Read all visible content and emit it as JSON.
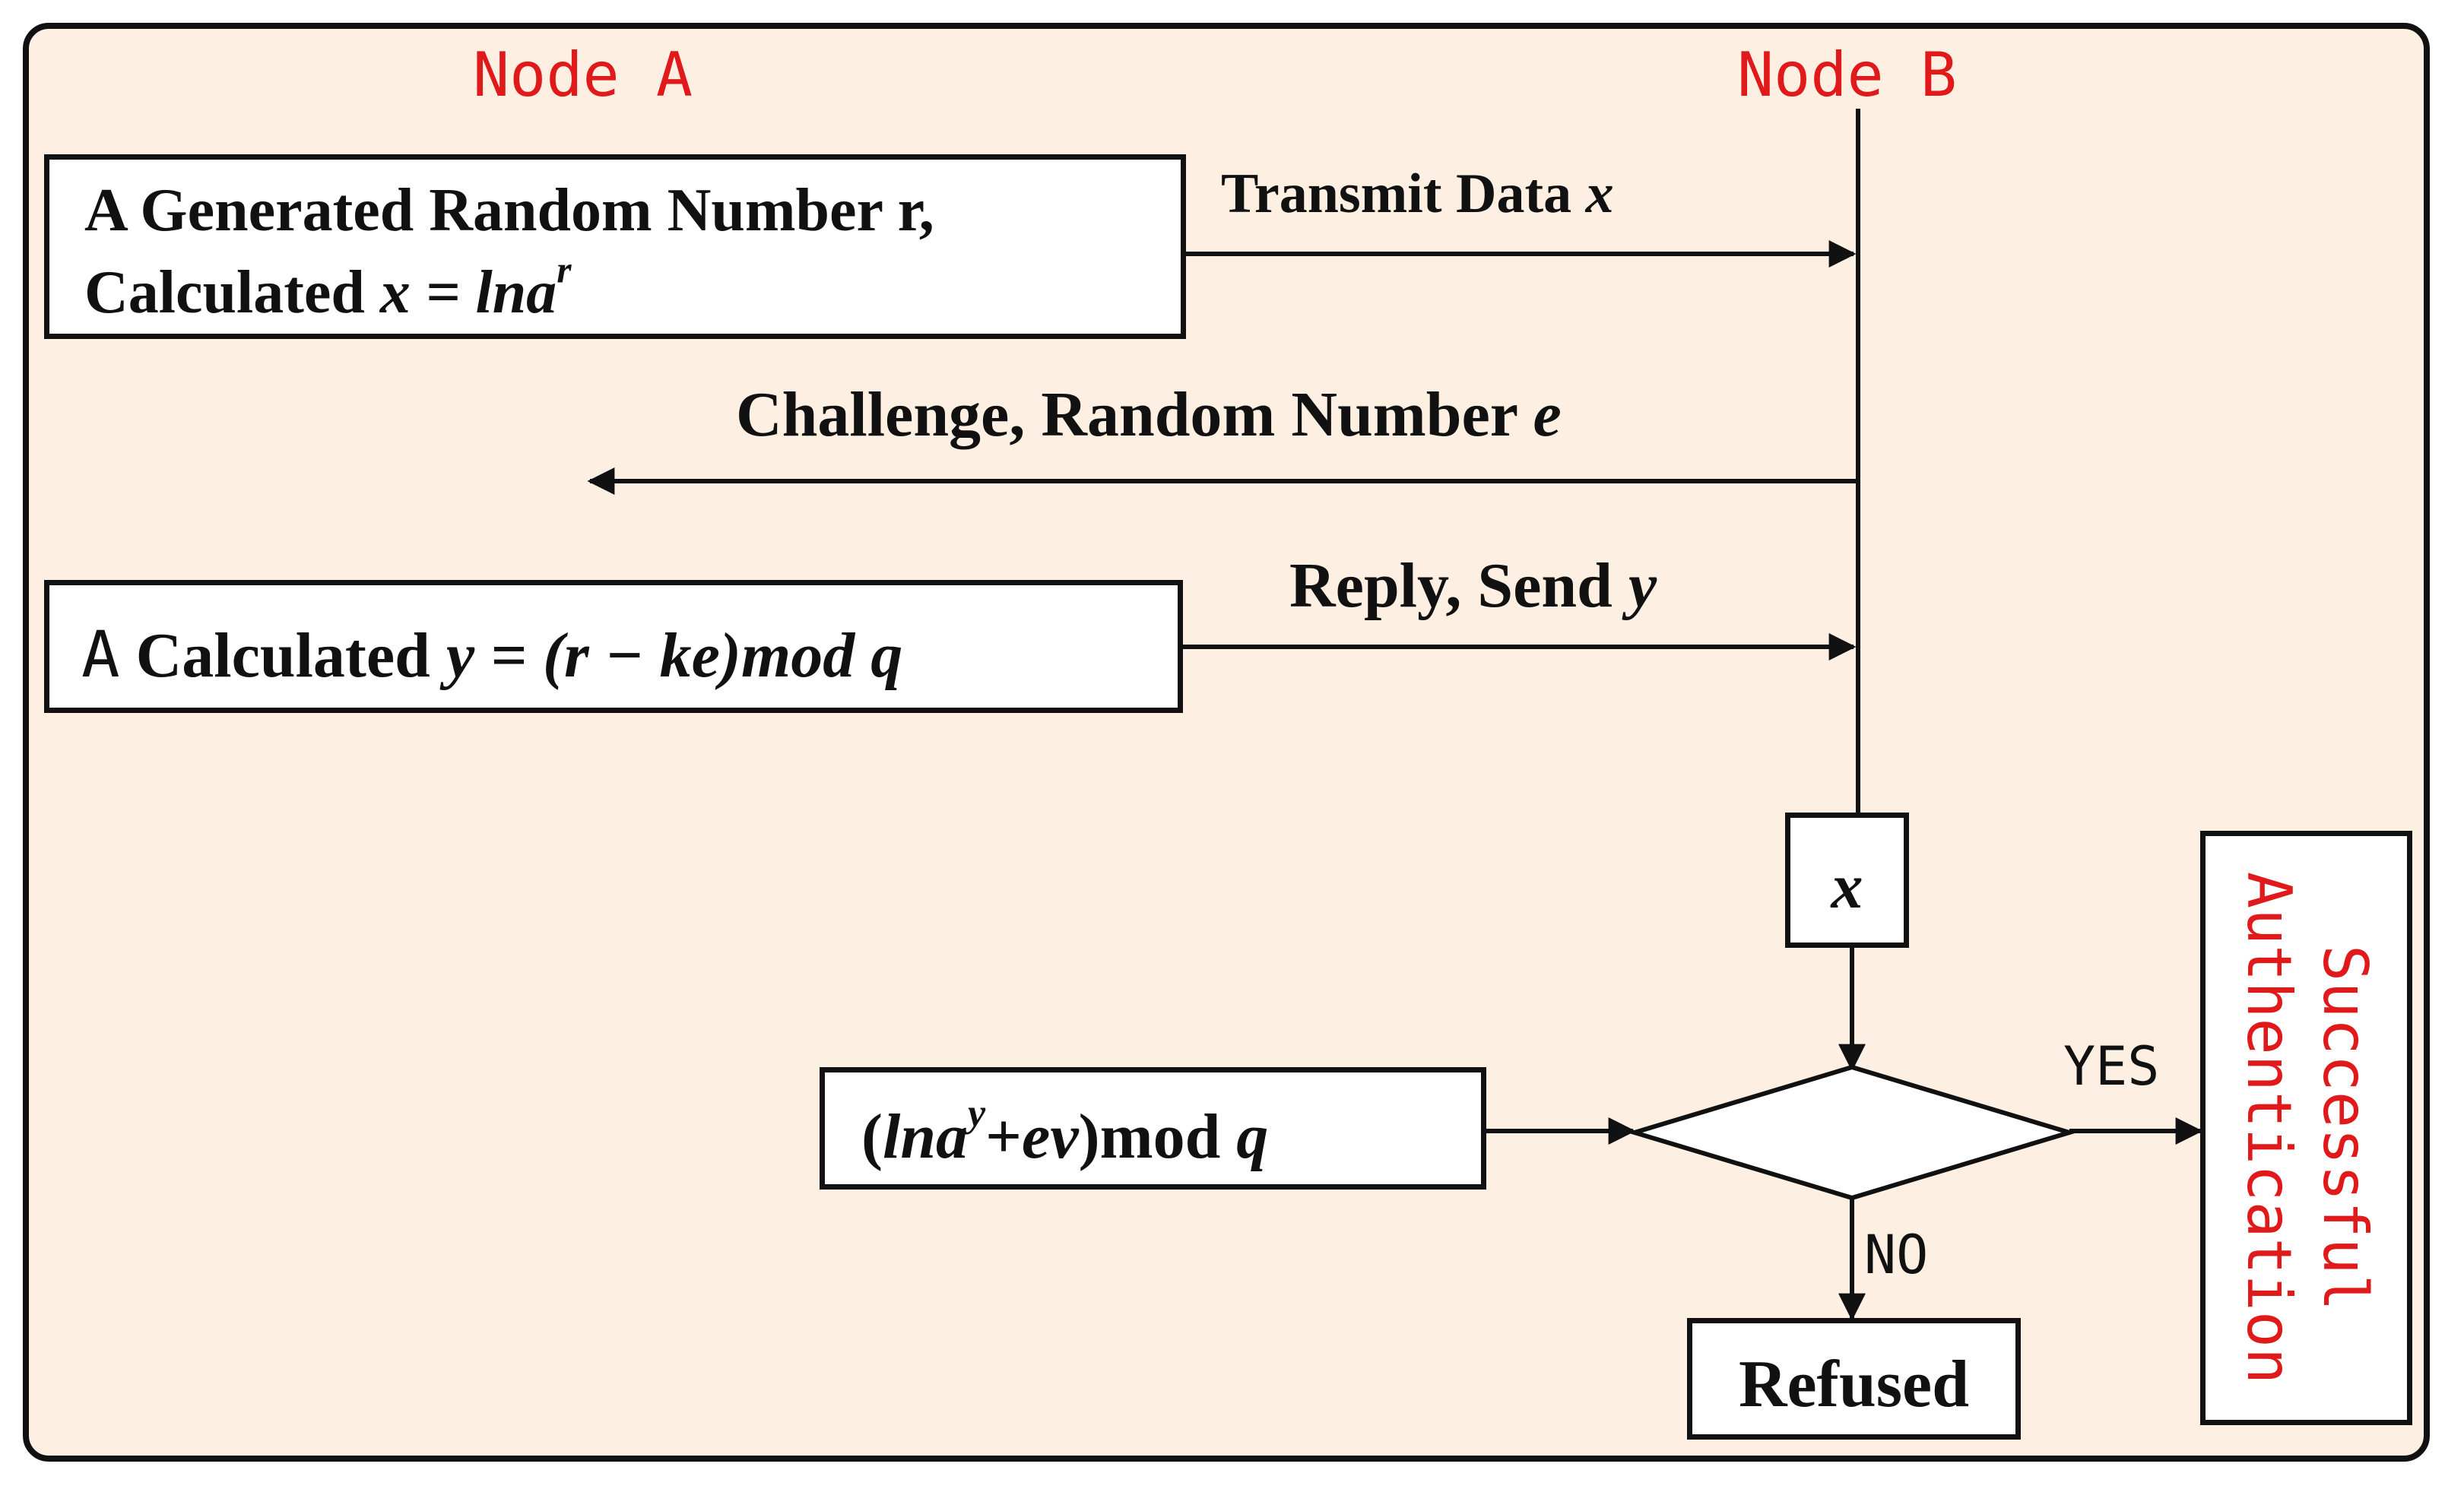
{
  "nodes": {
    "node_a": "Node A",
    "node_b": "Node B"
  },
  "box1": {
    "line1": "A Generated Random Number r,",
    "line2_prefix": "Calculated ",
    "line2_math": "x = lna",
    "line2_sup": "r"
  },
  "arrows": {
    "transmit_prefix": "Transmit Data ",
    "transmit_var": "x",
    "challenge_prefix": "Challenge, Random Number ",
    "challenge_var": "e",
    "reply_prefix": "Reply, Send ",
    "reply_var": "y"
  },
  "box2": {
    "prefix_a": "A",
    "prefix_text": " Calculated ",
    "math": "y = (r − ke)mod q"
  },
  "x_box": {
    "label": "x"
  },
  "formula_box": {
    "open": "(",
    "lna": "lna",
    "sup": "y",
    "plus": "+",
    "ev": "ev",
    "close": ")mod ",
    "q": "q"
  },
  "decision": {
    "label": "="
  },
  "branches": {
    "yes": "YES",
    "no": "NO"
  },
  "refused": {
    "label": "Refused"
  },
  "success": {
    "label": "Successful Authentication"
  },
  "colors": {
    "background": "#fdf0e3",
    "accent_red": "#e0191b",
    "ink": "#111111"
  }
}
